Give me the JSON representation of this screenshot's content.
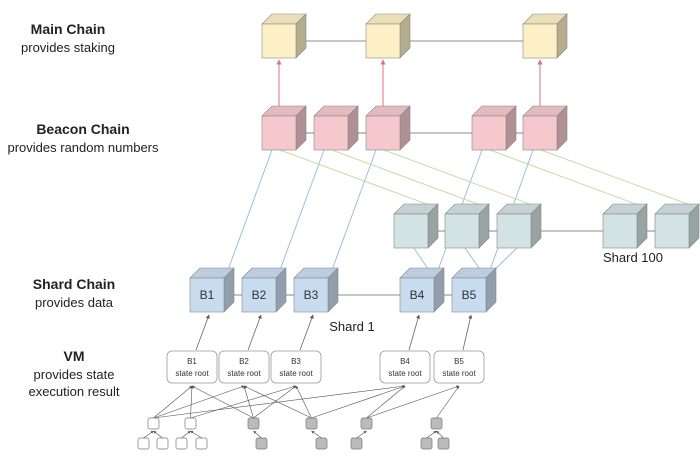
{
  "layers": {
    "main": {
      "title": "Main Chain",
      "subtitle": "provides staking"
    },
    "beacon": {
      "title": "Beacon Chain",
      "subtitle": "provides random numbers"
    },
    "shard": {
      "title": "Shard Chain",
      "subtitle": "provides data"
    },
    "vm": {
      "title": "VM",
      "subtitle_line1": "provides state",
      "subtitle_line2": "execution result"
    }
  },
  "shard1": {
    "name": "Shard 1",
    "blocks": [
      "B1",
      "B2",
      "B3",
      "B4",
      "B5"
    ]
  },
  "shard100": {
    "name": "Shard 100"
  },
  "vm_boxes": [
    {
      "block": "B1",
      "label": "state root"
    },
    {
      "block": "B2",
      "label": "state root"
    },
    {
      "block": "B3",
      "label": "state root"
    },
    {
      "block": "B4",
      "label": "state root"
    },
    {
      "block": "B5",
      "label": "state root"
    }
  ],
  "colors": {
    "main": "#fdf0c6",
    "beacon": "#f4c8cc",
    "shard1": "#c9dcef",
    "shard100": "#d3e2e3",
    "beacon_link": "#e0707a",
    "shard1_link": "#9bbfe2",
    "shard100_link": "#c8dca8"
  }
}
